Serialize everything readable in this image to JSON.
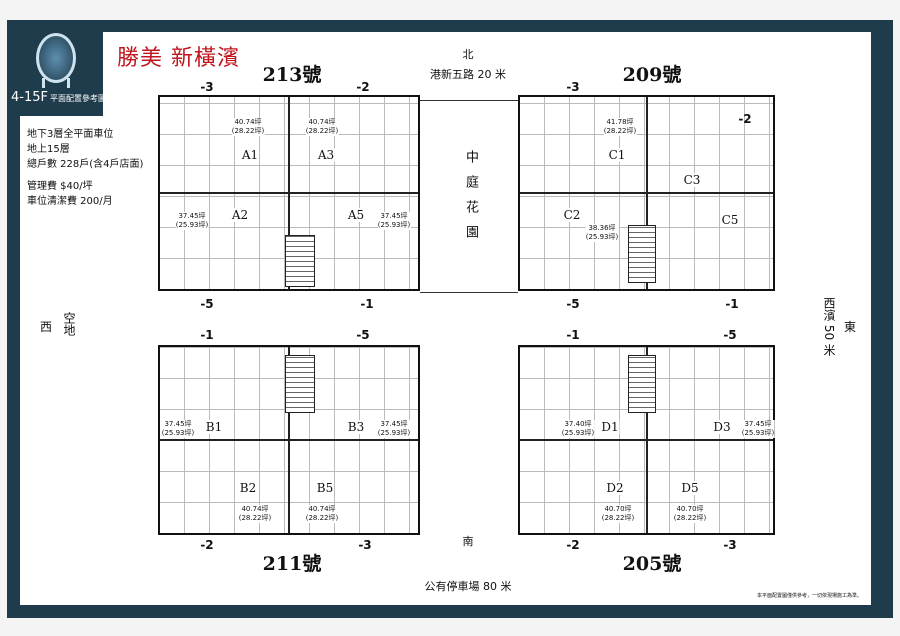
{
  "header": {
    "logo_text": "4-15F",
    "logo_sub": "平面配置參考圖",
    "brand": "勝美  新橫濱"
  },
  "info": [
    "地下3層全平面車位",
    "地上15層",
    "總戶數 228戶(含4戶店面)",
    "管理費 $40/坪",
    "車位清潔費 200/月"
  ],
  "directions": {
    "north": "北",
    "north_road": "港新五路 20 米",
    "south": "南",
    "south_road": "公有停車場 80 米",
    "west": "西",
    "west_land": "空地",
    "east": "東",
    "east_road": "西濱 50 米",
    "center": "中庭花園"
  },
  "buildings": [
    {
      "title": "213號",
      "marks": [
        "-3",
        "-2",
        "-5",
        "-1"
      ],
      "units": [
        {
          "name": "A1",
          "area": "40.74坪",
          "sub": "(28.22坪)"
        },
        {
          "name": "A3",
          "area": "40.74坪",
          "sub": "(28.22坪)"
        },
        {
          "name": "A2",
          "area": "37.45坪",
          "sub": "(25.93坪)"
        },
        {
          "name": "A5",
          "area": "37.45坪",
          "sub": "(25.93坪)"
        }
      ]
    },
    {
      "title": "209號",
      "marks": [
        "-3",
        "-2",
        "-5",
        "-1"
      ],
      "units": [
        {
          "name": "C1",
          "area": "41.78坪",
          "sub": "(28.22坪)"
        },
        {
          "name": "C3"
        },
        {
          "name": "C2",
          "area": "38.36坪",
          "sub": "(25.93坪)"
        },
        {
          "name": "C5"
        }
      ]
    },
    {
      "title": "211號",
      "marks": [
        "-1",
        "-5",
        "-2",
        "-3"
      ],
      "units": [
        {
          "name": "B1",
          "area": "37.45坪",
          "sub": "(25.93坪)"
        },
        {
          "name": "B3",
          "area": "37.45坪",
          "sub": "(25.93坪)"
        },
        {
          "name": "B2",
          "area": "40.74坪",
          "sub": "(28.22坪)"
        },
        {
          "name": "B5",
          "area": "40.74坪",
          "sub": "(28.22坪)"
        }
      ]
    },
    {
      "title": "205號",
      "marks": [
        "-1",
        "-5",
        "-2",
        "-3"
      ],
      "units": [
        {
          "name": "D1",
          "area": "37.40坪",
          "sub": "(25.93坪)"
        },
        {
          "name": "D3",
          "area": "37.45坪",
          "sub": "(25.93坪)"
        },
        {
          "name": "D2",
          "area": "40.70坪",
          "sub": "(28.22坪)"
        },
        {
          "name": "D5",
          "area": "40.70坪",
          "sub": "(28.22坪)"
        }
      ]
    }
  ],
  "footer_note": "本平面配置圖僅供參考，一切依現場施工為準。"
}
